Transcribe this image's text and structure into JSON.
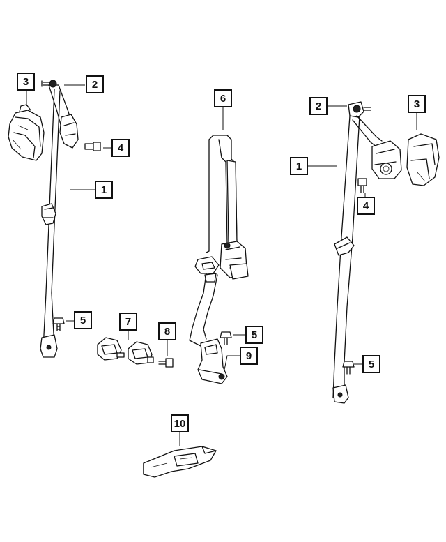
{
  "diagram": {
    "callouts": [
      {
        "id": "c3-left",
        "label": "3"
      },
      {
        "id": "c2-left",
        "label": "2"
      },
      {
        "id": "c4-left",
        "label": "4"
      },
      {
        "id": "c1-left",
        "label": "1"
      },
      {
        "id": "c5-left",
        "label": "5"
      },
      {
        "id": "c6",
        "label": "6"
      },
      {
        "id": "c7",
        "label": "7"
      },
      {
        "id": "c8",
        "label": "8"
      },
      {
        "id": "c5-mid",
        "label": "5"
      },
      {
        "id": "c9",
        "label": "9"
      },
      {
        "id": "c10",
        "label": "10"
      },
      {
        "id": "c2-right",
        "label": "2"
      },
      {
        "id": "c3-right",
        "label": "3"
      },
      {
        "id": "c1-right",
        "label": "1"
      },
      {
        "id": "c4-right",
        "label": "4"
      },
      {
        "id": "c5-right",
        "label": "5"
      }
    ]
  }
}
